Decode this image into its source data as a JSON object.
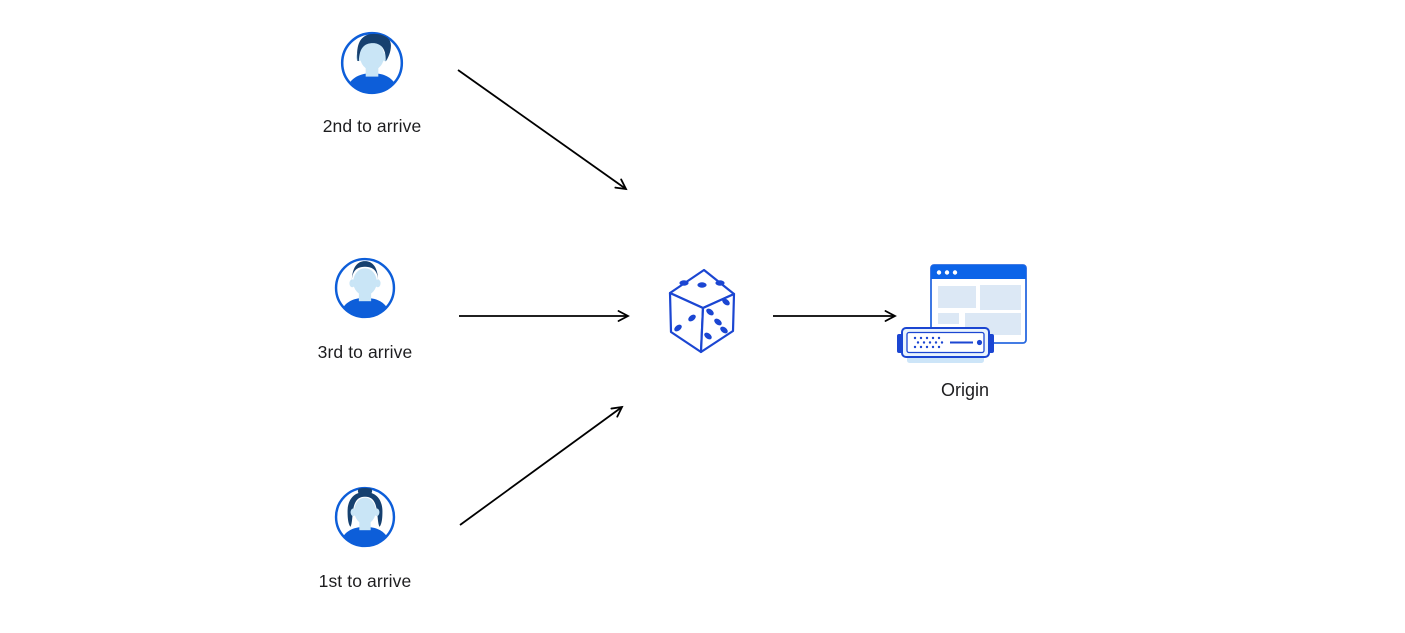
{
  "diagram": {
    "title_hint": "request-coalescing-random-order",
    "clients": [
      {
        "id": "second",
        "label": "2nd to arrive",
        "avatar": "man-pompadour-avatar"
      },
      {
        "id": "third",
        "label": "3rd to arrive",
        "avatar": "man-short-hair-avatar"
      },
      {
        "id": "first",
        "label": "1st to arrive",
        "avatar": "woman-bun-avatar"
      }
    ],
    "router": {
      "icon": "dice-icon"
    },
    "origin": {
      "label": "Origin",
      "icon": "server-browser-icon"
    },
    "flows": [
      "second-client -> dice",
      "third-client -> dice",
      "first-client -> dice",
      "dice -> origin"
    ],
    "colors": {
      "background": "#ffffff",
      "avatar_blue": "#0d5ed9",
      "hair_navy": "#16406f",
      "skin_light_blue": "#c9e5f6",
      "dice_blue": "#1b46d2",
      "browser_titlebar_blue": "#0c64e8",
      "browser_border_blue": "#2a6ae0",
      "panel_light_blue": "#dce8f5",
      "server_base_blue": "#cde5f8",
      "server_fill_light": "#eaf4fc",
      "arrow_black": "#000000",
      "text_dark": "#1d1d1f"
    }
  }
}
